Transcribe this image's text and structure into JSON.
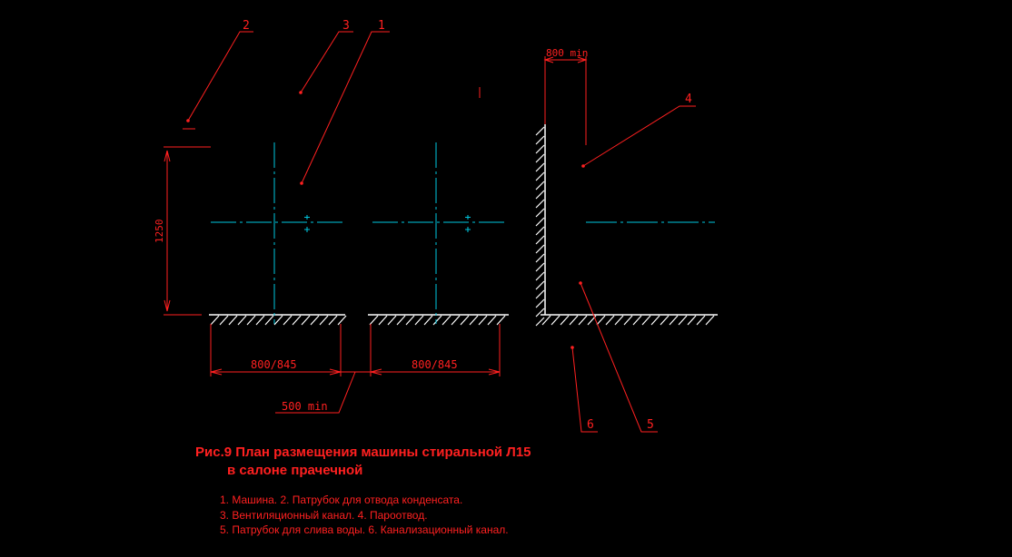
{
  "labels": {
    "callout_1": "1",
    "callout_2": "2",
    "callout_3": "3",
    "callout_4": "4",
    "callout_5": "5",
    "callout_6": "6"
  },
  "dimensions": {
    "width_1": "800/845",
    "width_2": "800/845",
    "gap": "500 min",
    "wall_clearance": "800 min",
    "depth": "1250"
  },
  "caption": {
    "title_line1": "Рис.9  План размещения машины стиральной Л15",
    "title_line2": "в салоне прачечной"
  },
  "legend": [
    "1. Машина.  2. Патрубок для отвода конденсата.",
    "3. Вентиляционный канал.  4. Пароотвод.",
    "5. Патрубок для слива воды.  6. Канализационный канал."
  ],
  "colors": {
    "background": "#000000",
    "annotation": "#ff2020",
    "centerline": "#00c8e0",
    "hatch": "#ffffff"
  }
}
